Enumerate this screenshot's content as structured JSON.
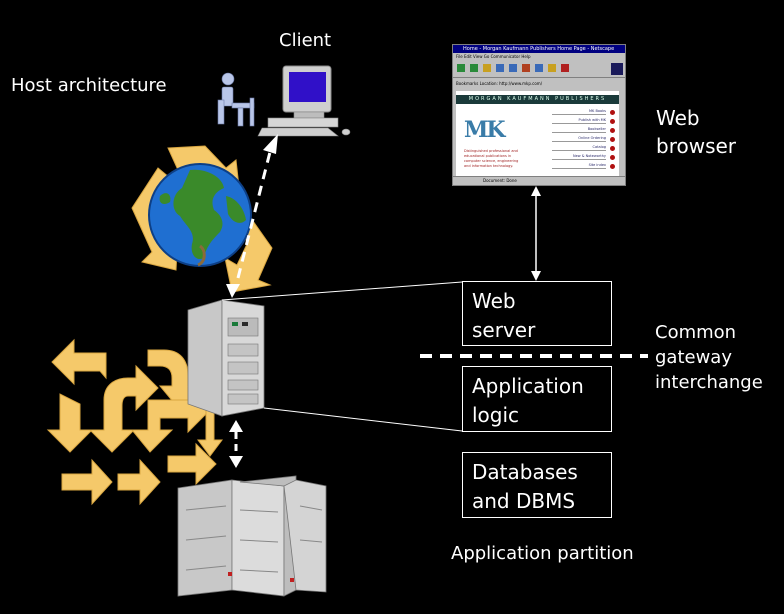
{
  "labels": {
    "host_architecture": "Host architecture",
    "client": "Client",
    "web_browser": "Web\nbrowser",
    "common_gateway": "Common\ngateway\ninterchange",
    "application_partition": "Application partition"
  },
  "boxes": {
    "web_server": "Web\nserver",
    "application_logic": "Application\nlogic",
    "databases": "Databases\nand DBMS"
  },
  "browser": {
    "title": "Home - Morgan Kaufmann Publishers Home Page - Netscape",
    "menu": "File  Edit  View  Go  Communicator  Help",
    "location": "Bookmarks   Location: http://www.mkp.com/",
    "banner": "MORGAN KAUFMANN PUBLISHERS",
    "logo": "MK",
    "blurb": "Distinguished professional and educational publications in computer science, engineering and information technology.",
    "links": [
      "MK Books",
      "Publish with MK",
      "Bookseller",
      "Online Ordering",
      "Catalog",
      "New & Noteworthy",
      "Site index"
    ],
    "status": "Document: Done"
  },
  "colors": {
    "background": "#000000",
    "recycle_arrow": "#f5c96a",
    "globe_ocean": "#1f6fd1",
    "globe_land": "#3a8a2a",
    "monitor_screen": "#3010c8",
    "server_body": "#c8c8c8"
  }
}
